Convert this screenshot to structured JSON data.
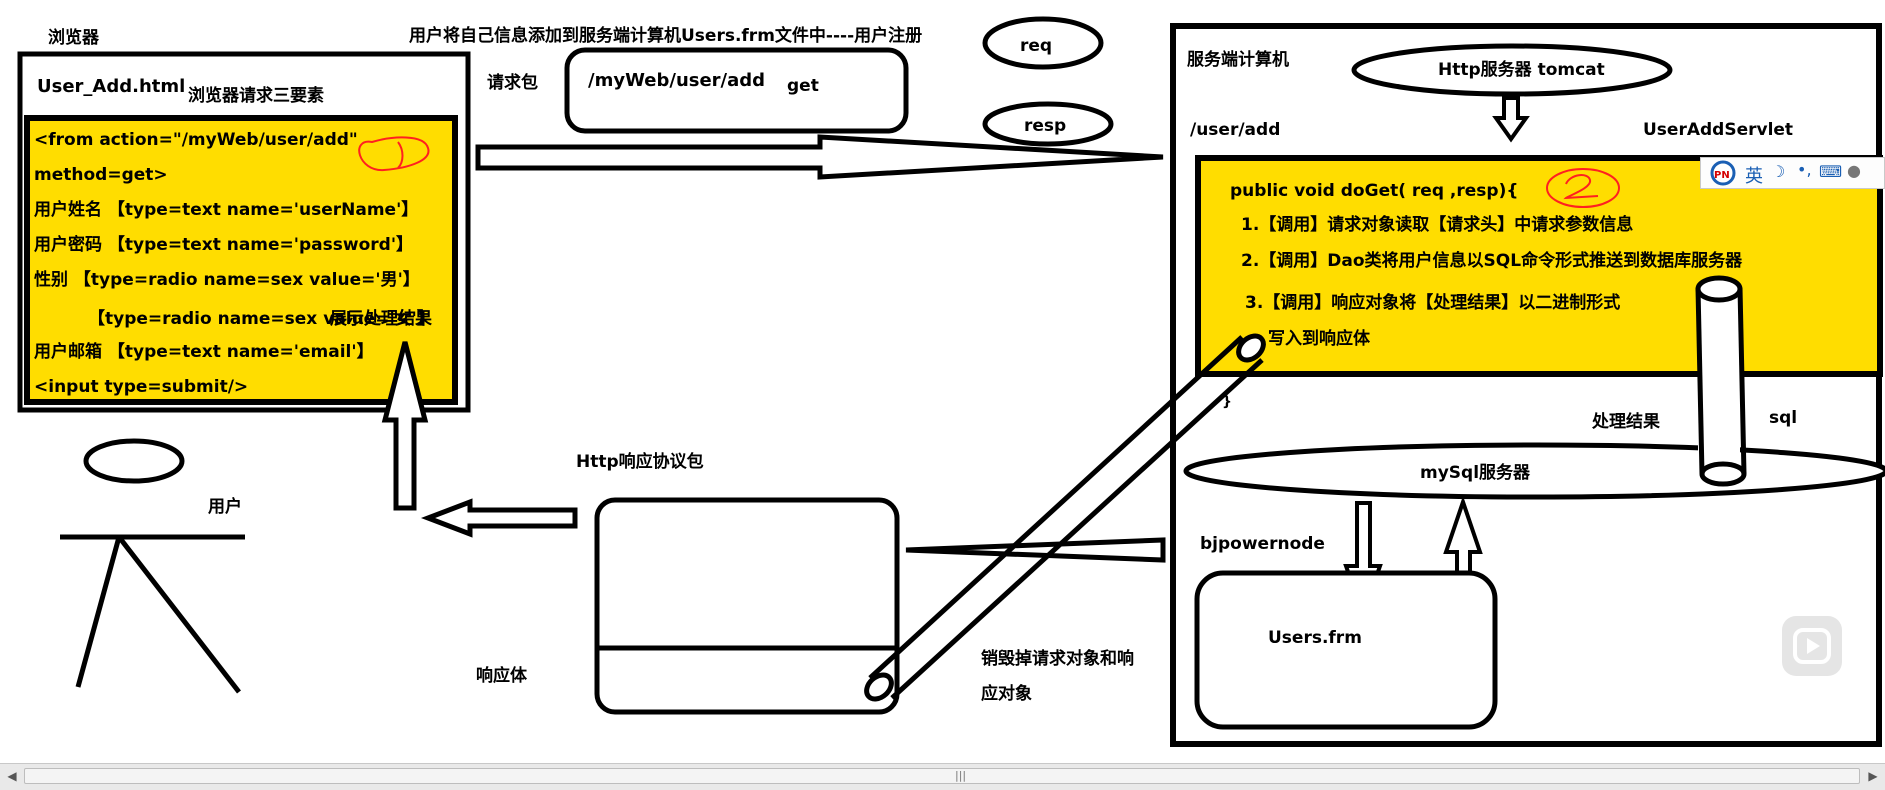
{
  "browser": {
    "heading": "浏览器",
    "file_title": "User_Add.html",
    "request_elements_label": "浏览器请求三要素",
    "form_lines": [
      "<from action=\"/myWeb/user/add\"",
      "method=get>",
      "用户姓名 【type=text  name='userName'】",
      "用户密码 【type=text name='password'】",
      "性别 【type=radio name=sex value='男'】",
      "【type=radio name=sex value='女'】",
      "用户邮箱 【type=text name='email'】",
      "<input type=submit/>"
    ],
    "overlay_label": "展示处理结果"
  },
  "top_caption": "用户将自己信息添加到服务端计算机Users.frm文件中----用户注册",
  "request_packet": {
    "label": "请求包",
    "uri": "/myWeb/user/add",
    "method": "get"
  },
  "bubbles": {
    "req": "req",
    "resp": "resp"
  },
  "server": {
    "heading": "服务端计算机",
    "http_server": "Http服务器 tomcat",
    "path": "/user/add",
    "servlet": "UserAddServlet",
    "code_lines": [
      "public  void   doGet( req ,resp){",
      "1.【调用】请求对象读取【请求头】中请求参数信息",
      "2.【调用】Dao类将用户信息以SQL命令形式推送到数据库服务器",
      "3.【调用】响应对象将【处理结果】以二进制形式",
      "写入到响应体"
    ],
    "closing_brace": "}",
    "result_label": "处理结果",
    "sql_label": "sql",
    "mysql": "mySql服务器",
    "db_name": "bjpowernode",
    "table_file": "Users.frm"
  },
  "response": {
    "packet_label": "Http响应协议包",
    "body_label": "响应体",
    "destroy_label_1": "销毁掉请求对象和响",
    "destroy_label_2": "应对象"
  },
  "user_label": "用户",
  "ime": {
    "chinese_char": "英"
  },
  "colors": {
    "highlight": "#ffdd00",
    "ink": "#000000",
    "annotation": "#ff2020"
  }
}
